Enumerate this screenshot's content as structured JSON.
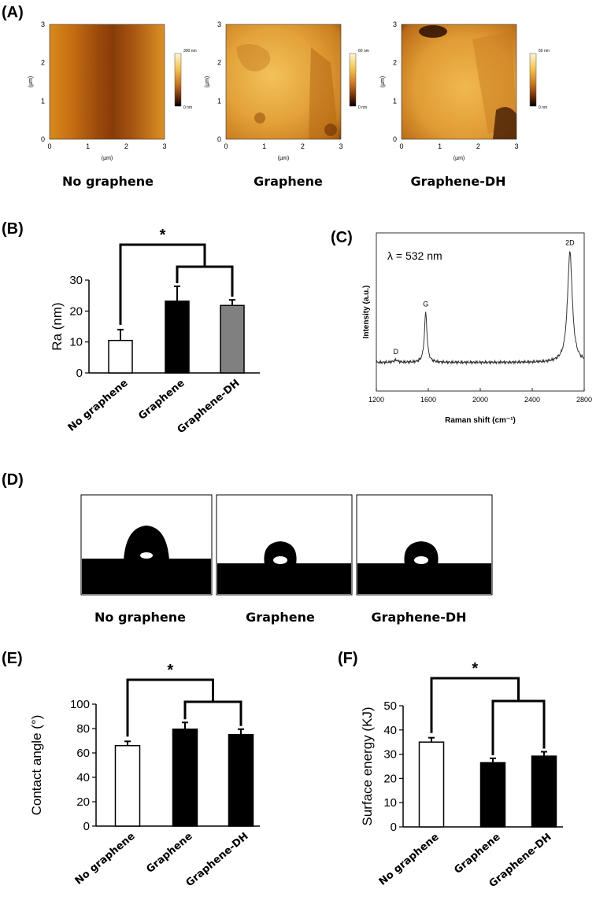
{
  "panels": {
    "A": "(A)",
    "B": "(B)",
    "C": "(C)",
    "D": "(D)",
    "E": "(E)",
    "F": "(F)"
  },
  "afm": {
    "axis_unit": "(µm)",
    "ticks": [
      "0",
      "1",
      "2",
      "3"
    ],
    "images": [
      {
        "caption": "No graphene",
        "colorbar_max": "300 nm",
        "colorbar_min": "0 nm"
      },
      {
        "caption": "Graphene",
        "colorbar_max": "60 nm",
        "colorbar_min": "0 nm"
      },
      {
        "caption": "Graphene-DH",
        "colorbar_max": "60 nm",
        "colorbar_min": "0 nm"
      }
    ]
  },
  "droplets": {
    "captions": [
      "No graphene",
      "Graphene",
      "Graphene-DH"
    ]
  },
  "colors": {
    "white_bar": "#ffffff",
    "black_bar": "#000000",
    "gray_bar": "#808080"
  },
  "chart_data": [
    {
      "id": "B",
      "type": "bar",
      "categories": [
        "No graphene",
        "Graphene",
        "Graphene-DH"
      ],
      "values": [
        10.5,
        23.2,
        21.8
      ],
      "errors": [
        3.5,
        4.8,
        1.8
      ],
      "fills": [
        "#ffffff",
        "#000000",
        "#808080"
      ],
      "ylabel": "Ra (nm)",
      "ylim": [
        0,
        30
      ],
      "yticks": [
        "0",
        "10",
        "20",
        "30"
      ],
      "significance": "*"
    },
    {
      "id": "C",
      "type": "line",
      "title": "λ = 532 nm",
      "xlabel": "Raman shift (cm⁻¹)",
      "ylabel": "Intensity (a.u.)",
      "xlim": [
        1200,
        2800
      ],
      "xticks": [
        "1200",
        "1600",
        "2000",
        "2400",
        "2800"
      ],
      "ylim": [
        0,
        1
      ],
      "peaks": [
        {
          "label": "D",
          "x": 1350,
          "y": 0.02
        },
        {
          "label": "G",
          "x": 1580,
          "y": 0.45
        },
        {
          "label": "2D",
          "x": 2690,
          "y": 1.0
        }
      ],
      "baseline": 0.08
    },
    {
      "id": "E",
      "type": "bar",
      "categories": [
        "No graphene",
        "Graphene",
        "Graphene-DH"
      ],
      "values": [
        66,
        79.5,
        75
      ],
      "errors": [
        3.5,
        5.5,
        4.5
      ],
      "fills": [
        "#ffffff",
        "#000000",
        "#000000"
      ],
      "ylabel": "Contact angle (°)",
      "ylim": [
        0,
        100
      ],
      "yticks": [
        "0",
        "20",
        "40",
        "60",
        "80",
        "100"
      ],
      "significance": "*"
    },
    {
      "id": "F",
      "type": "bar",
      "categories": [
        "No graphene",
        "Graphene",
        "Graphene-DH"
      ],
      "values": [
        35,
        26.5,
        29.2
      ],
      "errors": [
        1.8,
        1.8,
        1.8
      ],
      "fills": [
        "#ffffff",
        "#000000",
        "#000000"
      ],
      "ylabel": "Surface energy (KJ)",
      "ylim": [
        0,
        50
      ],
      "yticks": [
        "0",
        "10",
        "20",
        "30",
        "40",
        "50"
      ],
      "significance": "*"
    }
  ]
}
